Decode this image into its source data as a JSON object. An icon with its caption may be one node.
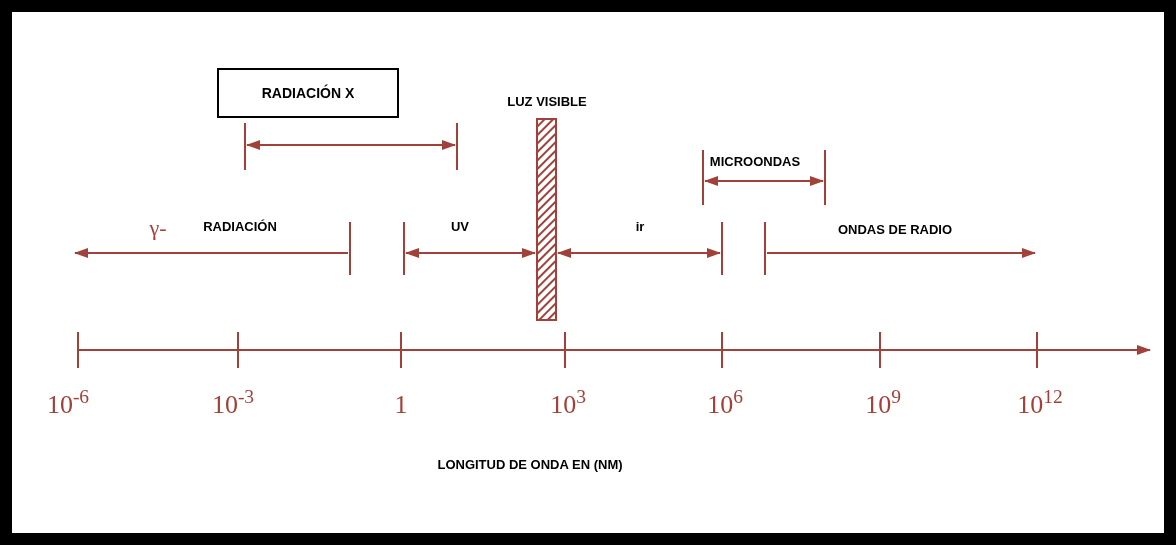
{
  "diagram": {
    "nodes": [
      {
        "text": [
          "RADIACIÓN X"
        ]
      },
      {
        "text": [],
        "shape": "bar",
        "beside": [
          "LUZ VISIBLE"
        ]
      }
    ],
    "labels": [
      "MICROONDAS",
      "γ-",
      "RADIACIÓN",
      "UV",
      "ir",
      "ONDAS DE RADIO",
      "10$^{-6}$",
      "10$^{-3}$",
      "1",
      "10$^{3}$",
      "10$^{6}$",
      "10$^{9}$",
      "10$^{12}$",
      "LONGITUD DE ONDA EN (NM)"
    ]
  }
}
